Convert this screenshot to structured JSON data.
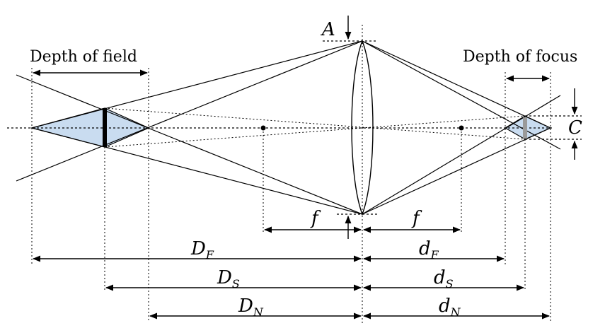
{
  "labels": {
    "depth_of_field": "Depth of field",
    "depth_of_focus": "Depth of focus",
    "aperture": "A",
    "circle_of_confusion": "C",
    "focal_left": "f",
    "focal_right": "f",
    "D": "D",
    "d": "d",
    "sub_F": "F",
    "sub_S": "S",
    "sub_N": "N"
  },
  "colors": {
    "stroke": "#000000",
    "fill_region": "#c9dcf0",
    "image_bar": "#9a9a9a",
    "object_bar": "#000000"
  }
}
